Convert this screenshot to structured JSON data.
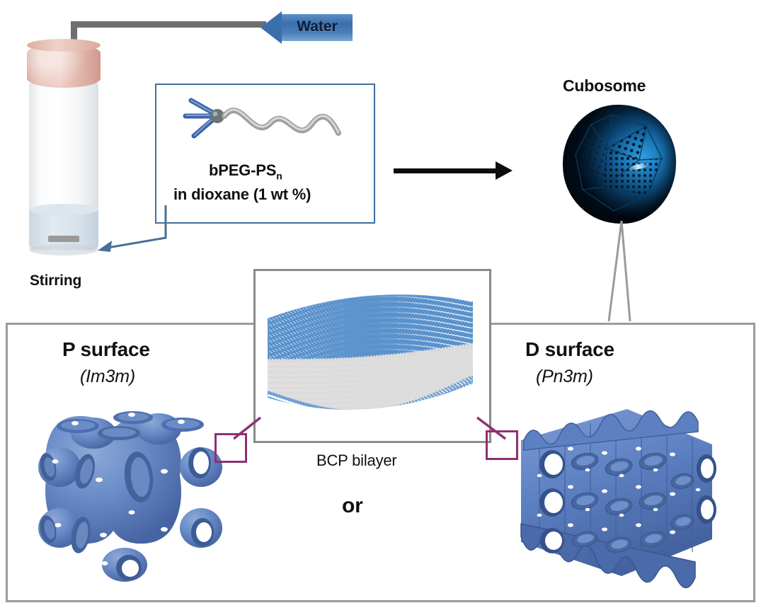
{
  "figure": {
    "title": "Cubosome self-assembly scheme",
    "background_color": "#ffffff"
  },
  "water_inlet": {
    "label": "Water",
    "arrow_direction": "left",
    "arrow_color": "#3a6fae",
    "text_color": "#101b33",
    "tube_color": "#6e6e6e"
  },
  "vial": {
    "label": "Stirring",
    "cap_color": "#e0b3a7",
    "liquid_color": "#d5e0e9",
    "stir_bar_color": "#9a9a9a"
  },
  "polymer_box": {
    "border_color": "#3f6f9e",
    "line1": "bPEG-PS",
    "line1_subscript": "n",
    "line2": "in dioxane (1 wt %)",
    "molecule": {
      "head_name": "bPEG branched block",
      "head_color": "#3a62a8",
      "junction_color": "#6b7478",
      "tail_name": "PS coil block",
      "tail_color": "#b4b4b4"
    }
  },
  "process_arrow": {
    "direction": "right",
    "color": "#0d0d0d"
  },
  "cubosome": {
    "label": "Cubosome",
    "body_color": "#0d4878",
    "pore_color": "#020c16",
    "highlight_color": "#cfeeff",
    "pointer_color": "#9b9b9b"
  },
  "panel": {
    "border_color": "#9b9b9b",
    "left_structure": {
      "name": "P surface",
      "space_group": "(Im3m)",
      "color": "#5d81bf"
    },
    "right_structure": {
      "name": "D surface",
      "space_group": "(Pn3m)",
      "color": "#5d81bf"
    },
    "connector": "or"
  },
  "bcp_box": {
    "border_color": "#8a8a8a",
    "label": "BCP bilayer",
    "top_block_color": "#5a92cc",
    "bottom_block_color": "#dcdcdc"
  },
  "callouts": {
    "square_color": "#8e2f73",
    "left_name": "p-surface-detail-callout",
    "right_name": "d-surface-detail-callout"
  }
}
